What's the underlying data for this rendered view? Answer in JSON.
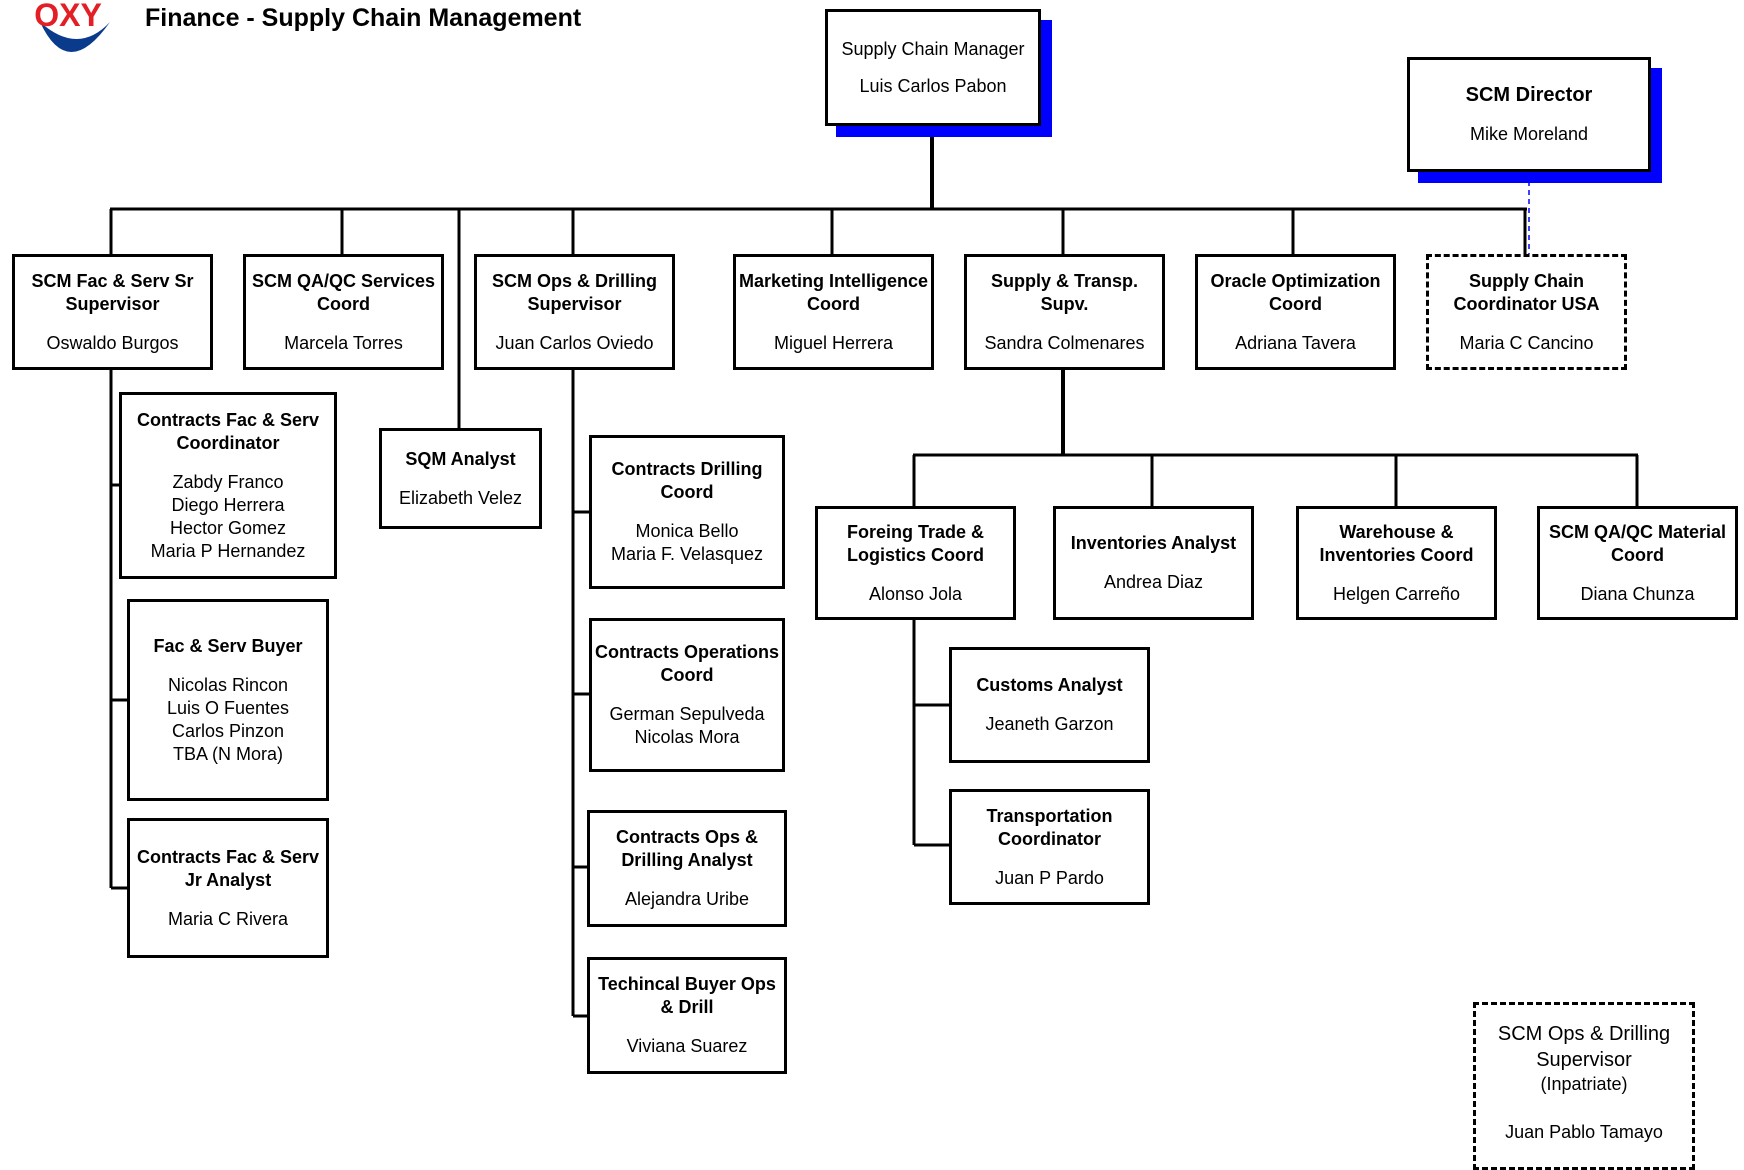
{
  "header": {
    "logo_text": "OXY",
    "title": "Finance - Supply Chain Management"
  },
  "top_manager": {
    "title": "Supply Chain Manager",
    "name": "Luis Carlos Pabon"
  },
  "director": {
    "title": "SCM Director",
    "name": "Mike Moreland"
  },
  "level1": [
    {
      "title": "SCM Fac & Serv Sr Supervisor",
      "name": "Oswaldo Burgos"
    },
    {
      "title": "SCM QA/QC Services Coord",
      "name": "Marcela Torres"
    },
    {
      "title": "SCM Ops & Drilling Supervisor",
      "name": "Juan Carlos Oviedo"
    },
    {
      "title": "Marketing Intelligence Coord",
      "name": "Miguel Herrera"
    },
    {
      "title": "Supply & Transp. Supv.",
      "name": "Sandra Colmenares"
    },
    {
      "title": "Oracle Optimization Coord",
      "name": "Adriana Tavera"
    },
    {
      "title": "Supply Chain Coordinator USA",
      "name": "Maria C Cancino"
    }
  ],
  "sqm": {
    "title": "SQM Analyst",
    "name": "Elizabeth Velez"
  },
  "fac_serv_team": [
    {
      "title": "Contracts Fac & Serv Coordinator",
      "names": [
        "Zabdy Franco",
        "Diego Herrera",
        "Hector Gomez",
        "Maria P Hernandez"
      ]
    },
    {
      "title": "Fac & Serv Buyer",
      "names": [
        "Nicolas Rincon",
        "Luis O Fuentes",
        "Carlos Pinzon",
        "TBA (N Mora)"
      ]
    },
    {
      "title": "Contracts Fac & Serv Jr Analyst",
      "names": [
        "Maria C Rivera"
      ]
    }
  ],
  "ops_team": [
    {
      "title": "Contracts Drilling Coord",
      "names": [
        "Monica Bello",
        "Maria F. Velasquez"
      ]
    },
    {
      "title": "Contracts Operations Coord",
      "names": [
        "German Sepulveda",
        "Nicolas Mora"
      ]
    },
    {
      "title": "Contracts Ops & Drilling Analyst",
      "names": [
        "Alejandra Uribe"
      ]
    },
    {
      "title": "Techincal Buyer Ops & Drill",
      "names": [
        "Viviana Suarez"
      ]
    }
  ],
  "supply_team": [
    {
      "title": "Foreing Trade & Logistics Coord",
      "name": "Alonso Jola"
    },
    {
      "title": "Inventories Analyst",
      "name": "Andrea Diaz"
    },
    {
      "title": "Warehouse & Inventories Coord",
      "name": "Helgen Carreño"
    },
    {
      "title": "SCM QA/QC Material Coord",
      "name": "Diana Chunza"
    }
  ],
  "logistics_team": [
    {
      "title": "Customs Analyst",
      "name": "Jeaneth Garzon"
    },
    {
      "title": "Transportation Coordinator",
      "name": "Juan P Pardo"
    }
  ],
  "inpatriate": {
    "title": "SCM Ops & Drilling Supervisor",
    "subtitle": "(Inpatriate)",
    "name": "Juan Pablo Tamayo"
  },
  "colors": {
    "logo_red": "#e31e24",
    "logo_blue": "#0a3a8c",
    "shadow_blue": "#0000ff"
  }
}
